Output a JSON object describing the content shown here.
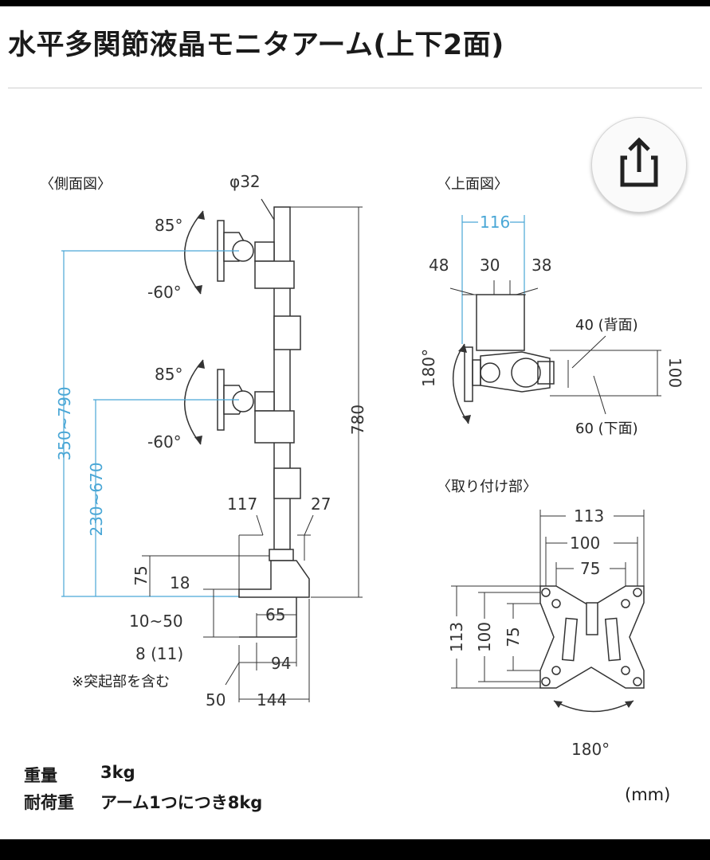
{
  "title": "水平多関節液晶モニタアーム(上下2面)",
  "icons": {
    "share": "share-icon"
  },
  "views": {
    "side": "〈側面図〉",
    "top": "〈上面図〉",
    "mount": "〈取り付け部〉"
  },
  "side_dims": {
    "pole_diameter": "φ32",
    "tilt_up_upper": "85°",
    "tilt_down_upper": "-60°",
    "tilt_up_lower": "85°",
    "tilt_down_lower": "-60°",
    "height_upper_range": "350~790",
    "height_lower_range": "230~670",
    "pole_height": "780",
    "clamp_depth": "117",
    "clamp_offset": "27",
    "clamp_top": "75",
    "clamp_plate": "18",
    "desk_thickness": "10~50",
    "bottom_plate": "8 (11)",
    "protrusion_note": "※突起部を含む",
    "inner_width": "65",
    "clamp_width_inner": "94",
    "clamp_width_total": "144",
    "clamp_left": "50"
  },
  "top_dims": {
    "total": "116",
    "left": "48",
    "middle": "30",
    "right": "38",
    "rotation": "180°",
    "back": "40 (背面)",
    "bottom": "60 (下面)",
    "depth": "100"
  },
  "mount_dims": {
    "w113": "113",
    "w100": "100",
    "w75": "75",
    "h113": "113",
    "h100": "100",
    "h75": "75",
    "rotation": "180°"
  },
  "specs": {
    "weight_label": "重量",
    "weight_value": "3kg",
    "load_label": "耐荷重",
    "load_value": "アーム1つにつき8kg"
  },
  "unit": "(mm)",
  "colors": {
    "blue_dimension": "#4aa7d6",
    "line": "#333333"
  }
}
